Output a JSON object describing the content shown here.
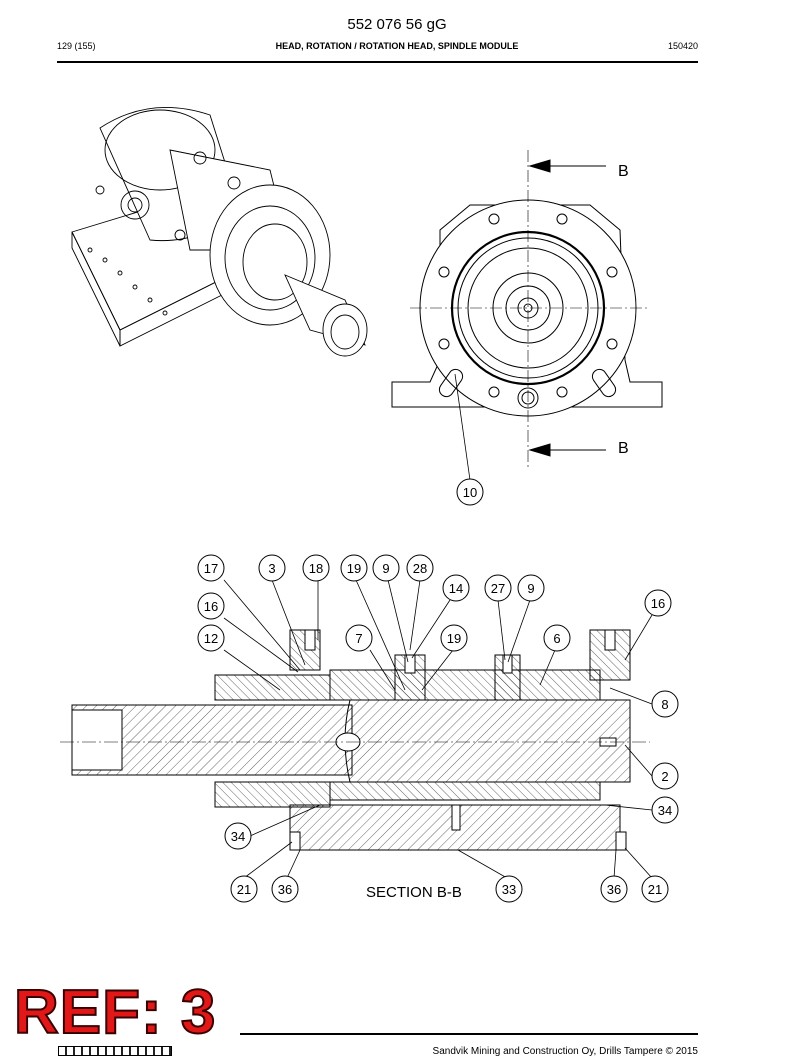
{
  "header": {
    "doc_number": "552 076 56 gG",
    "page": "129 (155)",
    "title": "HEAD, ROTATION / ROTATION HEAD, SPINDLE MODULE",
    "date": "150420"
  },
  "views": {
    "section_marker_top": "B",
    "section_marker_bottom": "B",
    "section_label": "SECTION B-B"
  },
  "balloons": {
    "b10": "10",
    "b17": "17",
    "b3": "3",
    "b18": "18",
    "b19a": "19",
    "b9a": "9",
    "b28": "28",
    "b14": "14",
    "b27": "27",
    "b9b": "9",
    "b16a": "16",
    "b16b": "16",
    "b12": "12",
    "b7": "7",
    "b19b": "19",
    "b6": "6",
    "b8": "8",
    "b2": "2",
    "b34a": "34",
    "b34b": "34",
    "b21a": "21",
    "b36a": "36",
    "b33": "33",
    "b36b": "36",
    "b21b": "21"
  },
  "footer": {
    "ref_stamp": "REF: 3",
    "copyright": "Sandvik Mining and Construction Oy, Drills Tampere © 2015"
  }
}
